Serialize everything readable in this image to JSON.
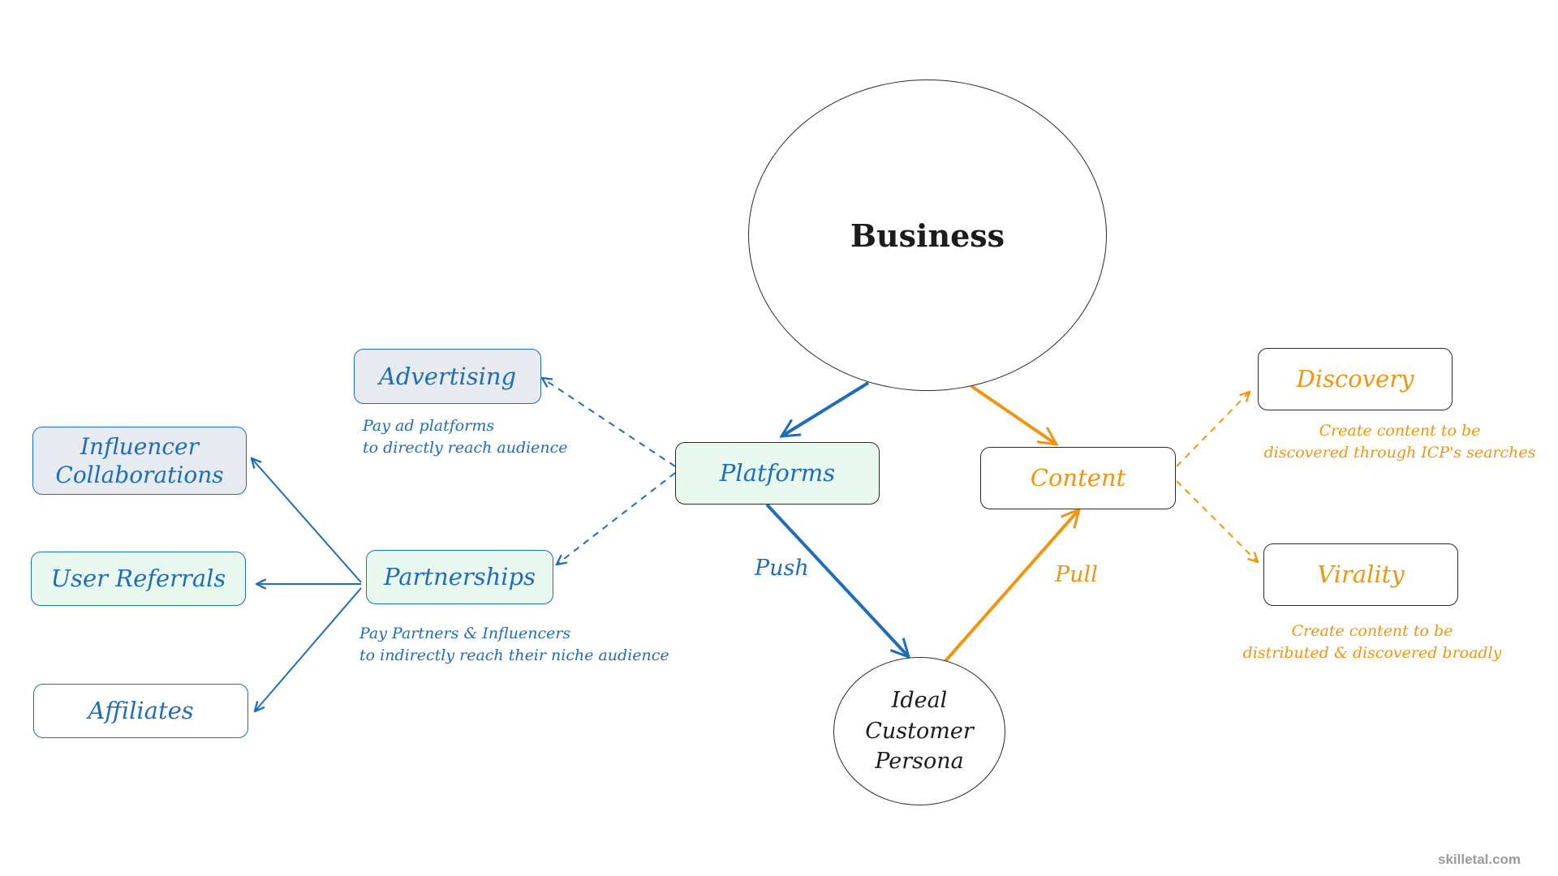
{
  "nodes": {
    "business": "Business",
    "icp": "Ideal\nCustomer\nPersona",
    "platforms": "Platforms",
    "content": "Content",
    "advertising": "Advertising",
    "partnerships": "Partnerships",
    "influencer": "Influencer\nCollaborations",
    "user_referrals": "User Referrals",
    "affiliates": "Affiliates",
    "discovery": "Discovery",
    "virality": "Virality"
  },
  "notes": {
    "advertising": "Pay ad platforms\nto directly reach audience",
    "partnerships": "Pay Partners & Influencers\nto indirectly reach their niche audience",
    "discovery": "Create content to be\ndiscovered through ICP's searches",
    "virality": "Create content to be\ndistributed & discovered broadly"
  },
  "edge_labels": {
    "push": "Push",
    "pull": "Pull"
  },
  "colors": {
    "blue": "#1e6dbb",
    "orange": "#f0950f",
    "black": "#1c1c1c"
  },
  "brand": "skilletal.com"
}
